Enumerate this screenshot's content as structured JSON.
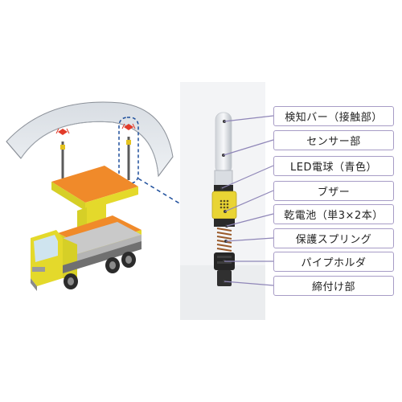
{
  "labels": [
    {
      "id": "detection-bar",
      "text": "検知バー（接触部）"
    },
    {
      "id": "sensor",
      "text": "センサー部"
    },
    {
      "id": "led",
      "text": "LED電球（青色）"
    },
    {
      "id": "buzzer",
      "text": "ブザー"
    },
    {
      "id": "battery",
      "text": "乾電池（単3×2本）"
    },
    {
      "id": "spring",
      "text": "保護スプリング"
    },
    {
      "id": "holder",
      "text": "パイプホルダ"
    },
    {
      "id": "clamp",
      "text": "締付け部"
    }
  ],
  "colors": {
    "label_border": "#a79cc6",
    "leader_line": "#8f86b8",
    "truck_yellow": "#e4d92b",
    "truck_orange": "#f08a2a",
    "buzzer_yellow": "#e9d434",
    "dashed_link": "#1f4f9c"
  }
}
